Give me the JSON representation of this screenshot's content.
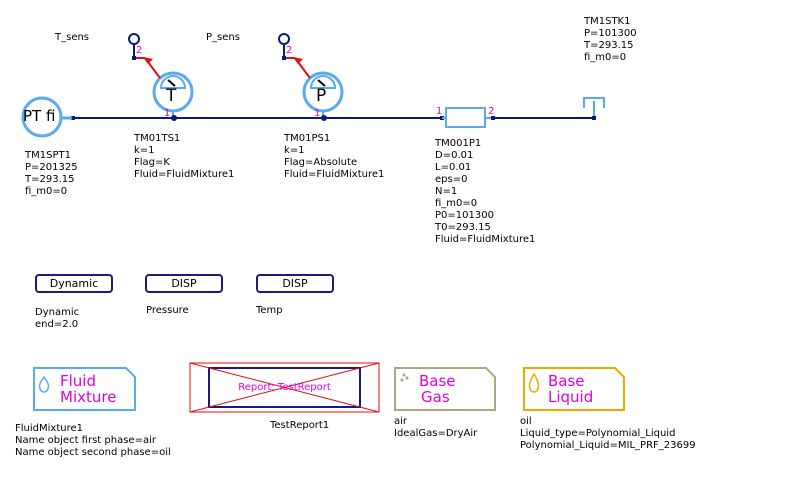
{
  "canvas": {
    "colors": {
      "wire": "#0a1a7a",
      "component": "#5aaaf0",
      "signal": "#e01010",
      "pin_label": "#e000e0",
      "gas": "#a8a882",
      "liquid": "#f0a800",
      "report_x": "#e01010"
    }
  },
  "sensors": {
    "temp": {
      "name": "T_sens",
      "symbol": "T",
      "pin1": "1",
      "pin2": "2",
      "lines": [
        "TM01TS1",
        "k=1",
        "Flag=K",
        "Fluid=FluidMixture1"
      ]
    },
    "pressure": {
      "name": "P_sens",
      "symbol": "P",
      "pin1": "1",
      "pin2": "2",
      "lines": [
        "TM01PS1",
        "k=1",
        "Flag=Absolute",
        "Fluid=FluidMixture1"
      ]
    }
  },
  "source": {
    "symbol": "PT fi",
    "lines": [
      "TM1SPT1",
      "P=201325",
      "T=293.15",
      "fi_m0=0"
    ]
  },
  "pipe": {
    "pin1": "1",
    "pin2": "2",
    "lines": [
      "TM001P1",
      "D=0.01",
      "L=0.01",
      "eps=0",
      "N=1",
      "fi_m0=0",
      "P0=101300",
      "T0=293.15",
      "Fluid=FluidMixture1"
    ]
  },
  "sink": {
    "lines": [
      "TM1STK1",
      "P=101300",
      "T=293.15",
      "fi_m0=0"
    ]
  },
  "controllers": [
    {
      "label": "Dynamic",
      "lines": [
        "Dynamic",
        "end=2.0"
      ]
    },
    {
      "label": "DISP",
      "lines": [
        "Pressure"
      ]
    },
    {
      "label": "DISP",
      "lines": [
        "Temp"
      ]
    }
  ],
  "fluid_mixture": {
    "title1": "Fluid",
    "title2": "Mixture",
    "lines": [
      "FluidMixture1",
      "Name object first phase=air",
      "Name object second phase=oil"
    ]
  },
  "report": {
    "label": "Report: TestReport",
    "name": "TestReport1"
  },
  "base_gas": {
    "title1": "Base",
    "title2": "Gas",
    "lines": [
      "air",
      "IdealGas=DryAir"
    ]
  },
  "base_liquid": {
    "title1": "Base",
    "title2": "Liquid",
    "lines": [
      "oil",
      "Liquid_type=Polynomial_Liquid",
      "Polynomial_Liquid=MIL_PRF_23699"
    ]
  }
}
